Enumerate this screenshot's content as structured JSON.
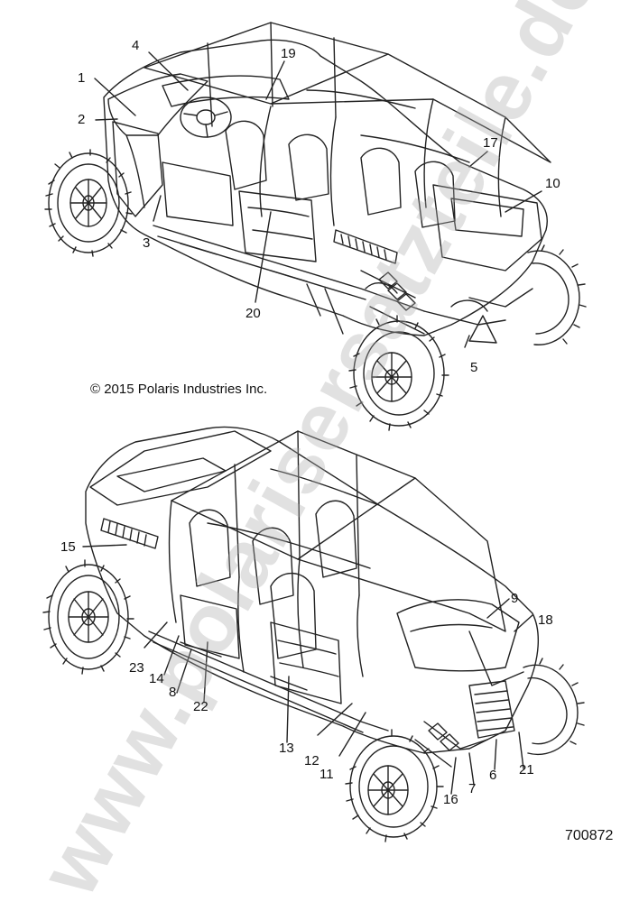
{
  "copyright": "© 2015 Polaris Industries Inc.",
  "document_number": "700872",
  "watermark": "www.polarisersatzteile.de",
  "colors": {
    "ink": "#111111",
    "watermark": "#aaaaaa"
  },
  "callouts_top": [
    "1",
    "2",
    "3",
    "4",
    "19",
    "17",
    "10",
    "20",
    "5"
  ],
  "callouts_bottom": [
    "15",
    "23",
    "14",
    "8",
    "22",
    "13",
    "12",
    "11",
    "9",
    "18",
    "6",
    "21",
    "7",
    "16"
  ]
}
